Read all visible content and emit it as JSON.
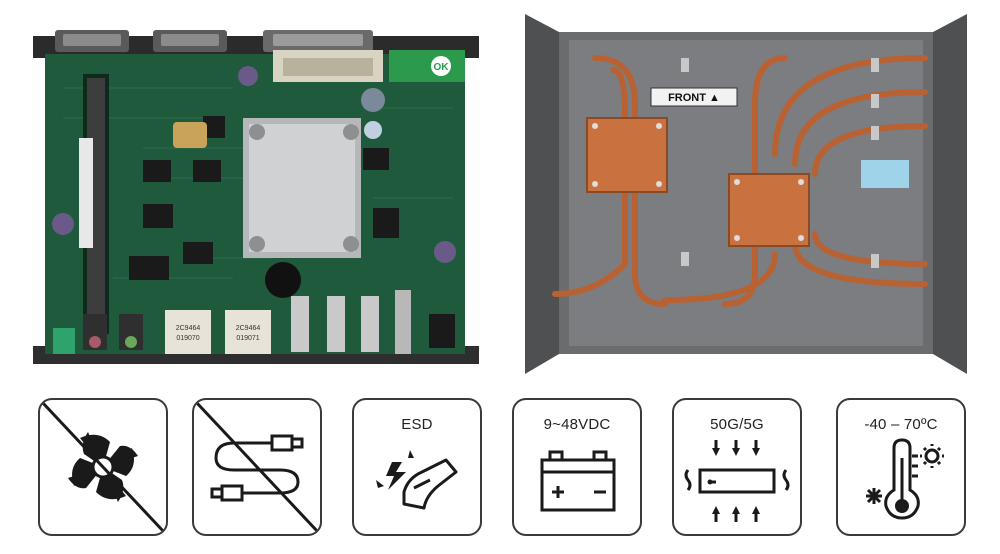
{
  "board": {
    "silkscreen": {
      "ok": "OK",
      "lan1_line1": "2C9464",
      "lan1_line2": "019070",
      "lan2_line1": "2C9464",
      "lan2_line2": "019071"
    }
  },
  "chassis": {
    "front_label": "FRONT ▲"
  },
  "features": [
    {
      "icon": "no-fan-icon",
      "label": ""
    },
    {
      "icon": "no-cable-icon",
      "label": ""
    },
    {
      "icon": "esd-protection-icon",
      "label": "ESD"
    },
    {
      "icon": "dc-power-battery-icon",
      "label": "9~48VDC"
    },
    {
      "icon": "shock-vibration-icon",
      "label": "50G/5G"
    },
    {
      "icon": "thermometer-icon",
      "label": "-40 – 70ºC"
    }
  ],
  "colors": {
    "pcb_green": "#1f5a3c",
    "copper": "#c9713f",
    "chassis_gray": "#6a6c6e",
    "icon_stroke": "#1a1a1a"
  }
}
